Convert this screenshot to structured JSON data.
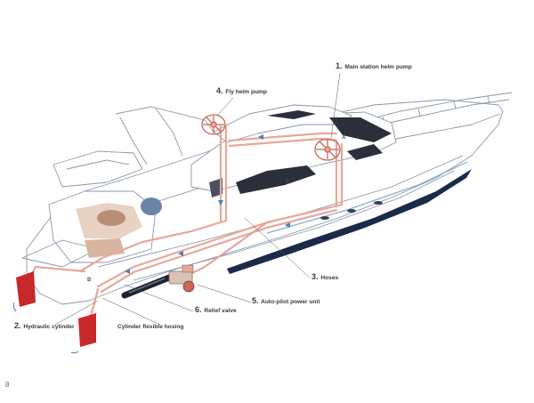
{
  "labels": {
    "main_helm": {
      "num": "1.",
      "text": "Main station helm pump"
    },
    "hydraulic_cylinder": {
      "num": "2.",
      "text": "Hydraulic cylinder"
    },
    "hoses": {
      "num": "3.",
      "text": "Hoses"
    },
    "fly_helm": {
      "num": "4.",
      "text": "Fly helm pump"
    },
    "autopilot": {
      "num": "5.",
      "text": "Auto-pilot power unit"
    },
    "relief_valve": {
      "num": "6.",
      "text": "Relief valve"
    },
    "cyl_hosing": {
      "text": "Cylinder flexible hosing"
    }
  },
  "markers": {
    "a": "A",
    "b": "B",
    "c": "C"
  },
  "page_number": "8",
  "colors": {
    "outline": "#8a95a8",
    "hull_stripe": "#1a2a4a",
    "hose": "#e8a79a",
    "hose_dark": "#c9685a",
    "rudder": "#c8282c",
    "window": "#2a2f3a",
    "leader": "#555555"
  }
}
